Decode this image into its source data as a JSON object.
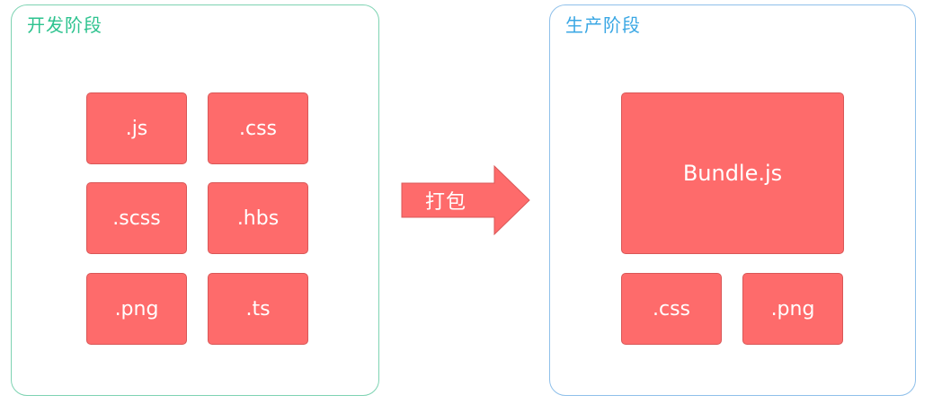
{
  "development": {
    "title": "开发阶段",
    "files": [
      ".js",
      ".css",
      ".scss",
      ".hbs",
      ".png",
      ".ts"
    ]
  },
  "process": {
    "label": "打包"
  },
  "production": {
    "title": "生产阶段",
    "bundle": "Bundle.js",
    "files": [
      ".css",
      ".png"
    ]
  },
  "colors": {
    "box_fill": "#fe6b6b",
    "dev_accent": "#2ec38f",
    "prod_accent": "#3aa7e4"
  }
}
